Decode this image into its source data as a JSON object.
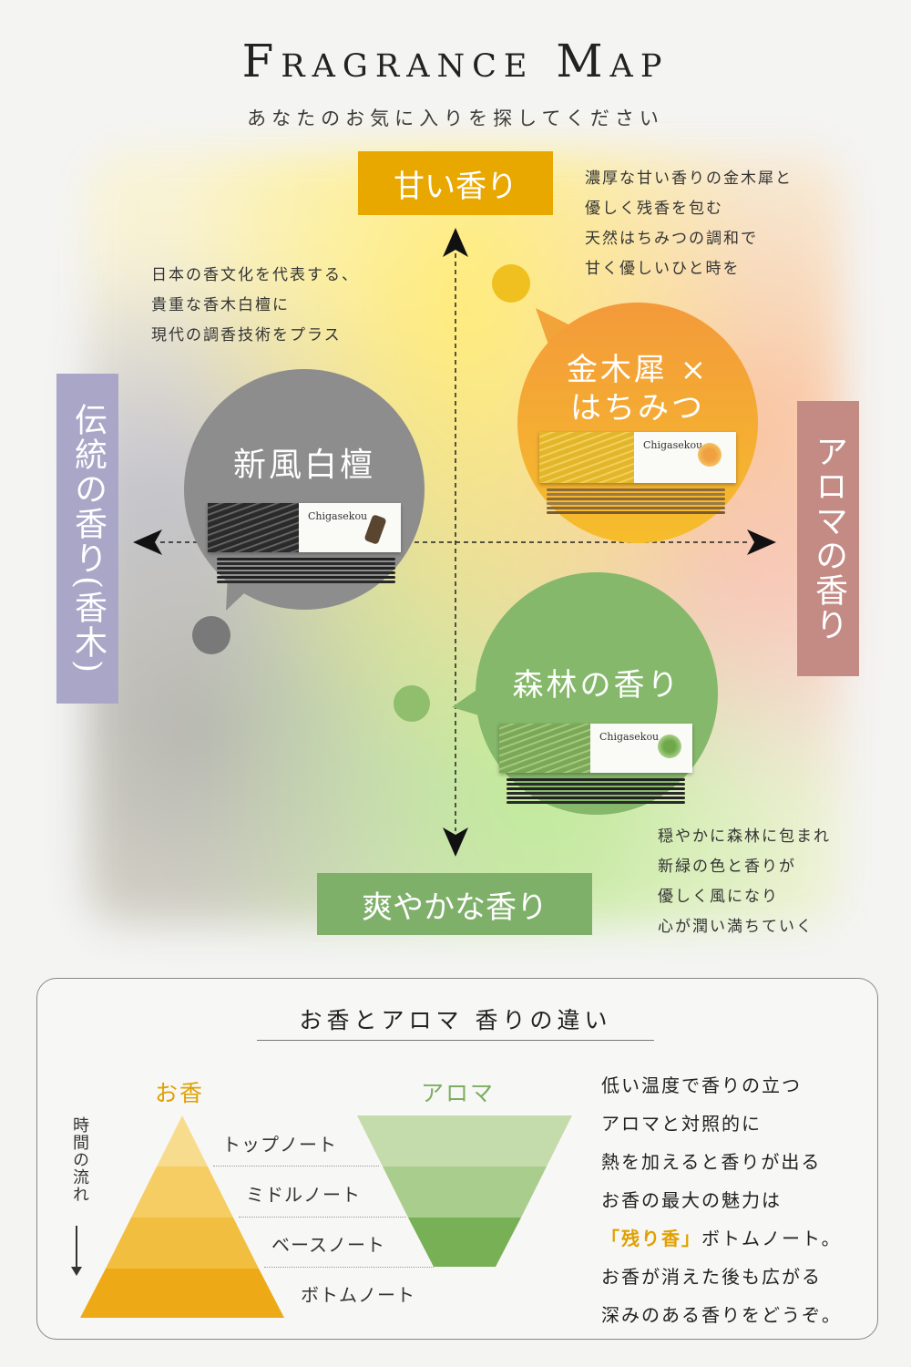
{
  "header": {
    "title": "Fragrance Map",
    "subtitle": "あなたのお気に入りを探してください"
  },
  "map": {
    "axes": {
      "top": "甘い香り",
      "bottom": "爽やかな香り",
      "left": "伝統の香り(香木)",
      "right": "アロマの香り"
    },
    "descriptions": {
      "sweet": [
        "濃厚な甘い香りの金木犀と",
        "優しく残香を包む",
        "天然はちみつの調和で",
        "甘く優しいひと時を"
      ],
      "traditional": [
        "日本の香文化を代表する、",
        "貴重な香木白檀に",
        "現代の調香技術をプラス"
      ],
      "fresh": [
        "穏やかに森林に包まれ",
        "新緑の色と香りが",
        "優しく風になり",
        "心が潤い満ちていく"
      ]
    },
    "products": [
      {
        "name": "新風白檀",
        "brand": "Chigasekou",
        "color": "#8e8d8d"
      },
      {
        "name_line1": "金木犀 ×",
        "name_line2": "はちみつ",
        "brand": "Chigasekou",
        "color": "#f2a33a"
      },
      {
        "name": "森林の香り",
        "brand": "Chigasekou",
        "color": "#85b86a"
      }
    ]
  },
  "comparison": {
    "title": "お香とアロマ 香りの違い",
    "incense_label": "お香",
    "aroma_label": "アロマ",
    "time_label": "時間の流れ",
    "notes": [
      "トップノート",
      "ミドルノート",
      "ベースノート",
      "ボトムノート"
    ],
    "explanation": {
      "line1": "低い温度で香りの立つ",
      "line2": "アロマと対照的に",
      "line3": "熱を加えると香りが出る",
      "line4": "お香の最大の魅力は",
      "line5_highlight": "「残り香」",
      "line5_rest": "ボトムノート。",
      "line6": "お香が消えた後も広がる",
      "line7": "深みのある香りをどうぞ。"
    },
    "colors": {
      "incense": [
        "#f8dc8e",
        "#f5cd62",
        "#f1be3f",
        "#eeaa16"
      ],
      "aroma": [
        "#c4dcac",
        "#a9cd8c",
        "#8fbe6c",
        "#78b055"
      ]
    }
  }
}
